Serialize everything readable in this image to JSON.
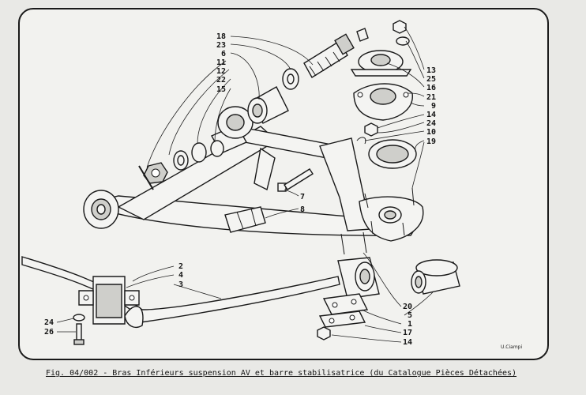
{
  "caption": "Fig. 04/002 - Bras Inférieurs suspension AV et barre stabilisatrice (du Catalogue Pièces Détachées)",
  "signature": "U.Ciampi",
  "callouts": [
    {
      "id": "18",
      "label": "18"
    },
    {
      "id": "23a",
      "label": "23"
    },
    {
      "id": "6",
      "label": "6"
    },
    {
      "id": "11",
      "label": "11"
    },
    {
      "id": "12",
      "label": "12"
    },
    {
      "id": "22",
      "label": "22"
    },
    {
      "id": "15",
      "label": "15"
    },
    {
      "id": "13",
      "label": "13"
    },
    {
      "id": "25",
      "label": "25"
    },
    {
      "id": "16",
      "label": "16"
    },
    {
      "id": "21",
      "label": "21"
    },
    {
      "id": "9",
      "label": "9"
    },
    {
      "id": "14a",
      "label": "14"
    },
    {
      "id": "24a",
      "label": "24"
    },
    {
      "id": "10",
      "label": "10"
    },
    {
      "id": "19",
      "label": "19"
    },
    {
      "id": "7",
      "label": "7"
    },
    {
      "id": "8",
      "label": "8"
    },
    {
      "id": "2",
      "label": "2"
    },
    {
      "id": "4",
      "label": "4"
    },
    {
      "id": "3",
      "label": "3"
    },
    {
      "id": "20",
      "label": "20"
    },
    {
      "id": "5",
      "label": "5"
    },
    {
      "id": "1",
      "label": "1"
    },
    {
      "id": "17",
      "label": "17"
    },
    {
      "id": "14b",
      "label": "14"
    },
    {
      "id": "24b",
      "label": "24"
    },
    {
      "id": "26",
      "label": "26"
    }
  ]
}
